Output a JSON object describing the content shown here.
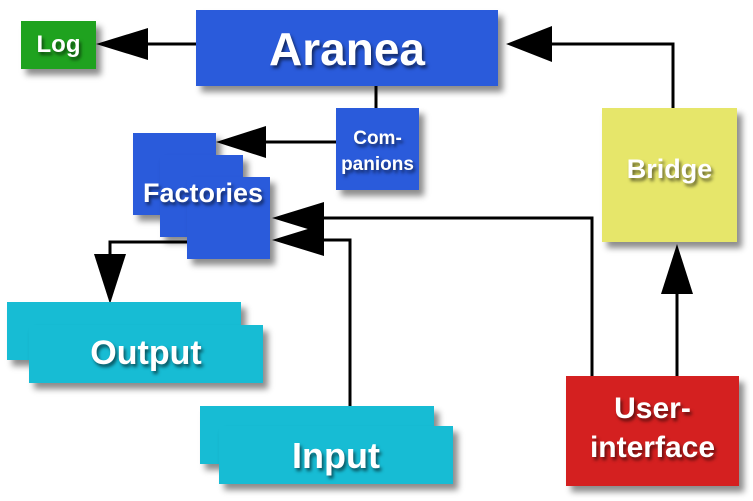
{
  "colors": {
    "core_blue": "#2a5bdb",
    "log_green": "#1fa21f",
    "io_cyan": "#17bcd4",
    "bridge_yellow": "#e6e66a",
    "ui_red": "#d42020",
    "line": "#000000"
  },
  "nodes": {
    "aranea": "Aranea",
    "log": "Log",
    "companions_line1": "Com-",
    "companions_line2": "panions",
    "factories": "Factories",
    "output": "Output",
    "input": "Input",
    "bridge": "Bridge",
    "user_interface_line1": "User-",
    "user_interface_line2": "interface"
  },
  "edges": [
    {
      "from": "aranea",
      "to": "log"
    },
    {
      "from": "companions",
      "to": "factories"
    },
    {
      "from": "user_interface",
      "to": "factories"
    },
    {
      "from": "input",
      "to": "factories"
    },
    {
      "from": "factories",
      "to": "output"
    },
    {
      "from": "bridge",
      "to": "aranea"
    },
    {
      "from": "user_interface",
      "to": "bridge"
    }
  ]
}
